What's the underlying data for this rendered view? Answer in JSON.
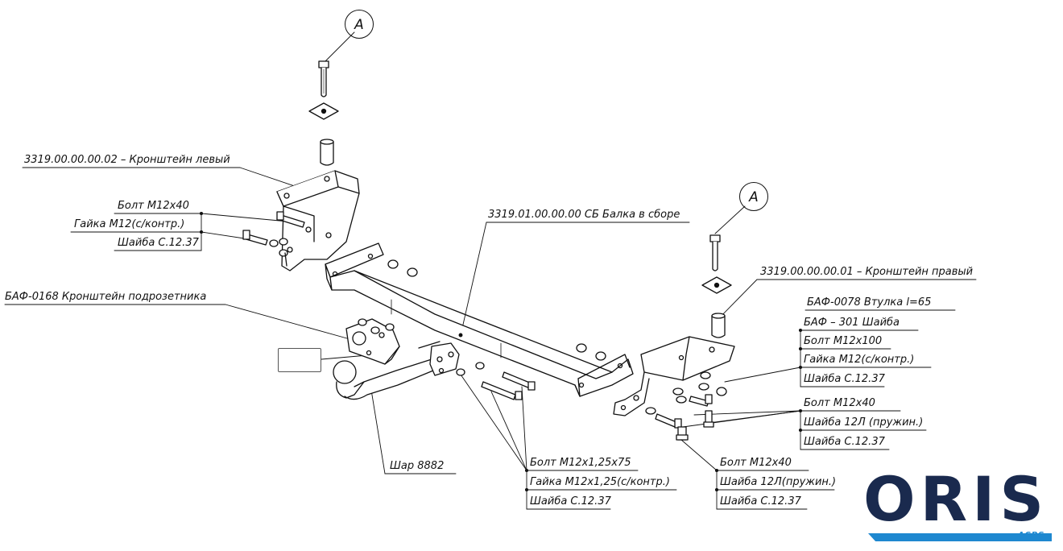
{
  "callouts": {
    "a_top": "A",
    "a_right": "A"
  },
  "labels": {
    "bracket_left": "3319.00.00.00.02 – Кронштейн левый",
    "bolt_m12x40_left": "Болт М12х40",
    "nut_m12_left": "Гайка М12(с/контр.)",
    "washer_left": "Шайба С.12.37",
    "socket_bracket": "БАФ-0168 Кронштейн подрозетника",
    "beam_assembly": "3319.01.00.00.00 СБ Балка в сборе",
    "bracket_right": "3319.00.00.00.01 – Кронштейн правый",
    "bushing": "БАФ-0078 Втулка l=65",
    "washer_301": "БАФ – 301 Шайба",
    "bolt_m12x100": "Болт М12х100",
    "nut_m12_right": "Гайка М12(с/контр.)",
    "washer_right_1": "Шайба С.12.37",
    "bolt_m12x40_right": "Болт М12х40",
    "washer_12l_right": "Шайба 12Л (пружин.)",
    "washer_right_2": "Шайба С.12.37",
    "ball": "Шар 8882",
    "bolt_m12x125": "Болт М12х1,25х75",
    "nut_m12x125": "Гайка М12х1,25(с/контр.)",
    "washer_bottom_mid": "Шайба С.12.37",
    "bolt_m12x40_bottom": "Болт М12х40",
    "washer_12l_bottom": "Шайба 12Л(пружин.)",
    "washer_bottom_right": "Шайба С.12.37"
  },
  "logo": {
    "name": "ORIS",
    "sub": "ACPS",
    "color_dark": "#1a2a4e",
    "color_accent": "#1e88d0"
  }
}
